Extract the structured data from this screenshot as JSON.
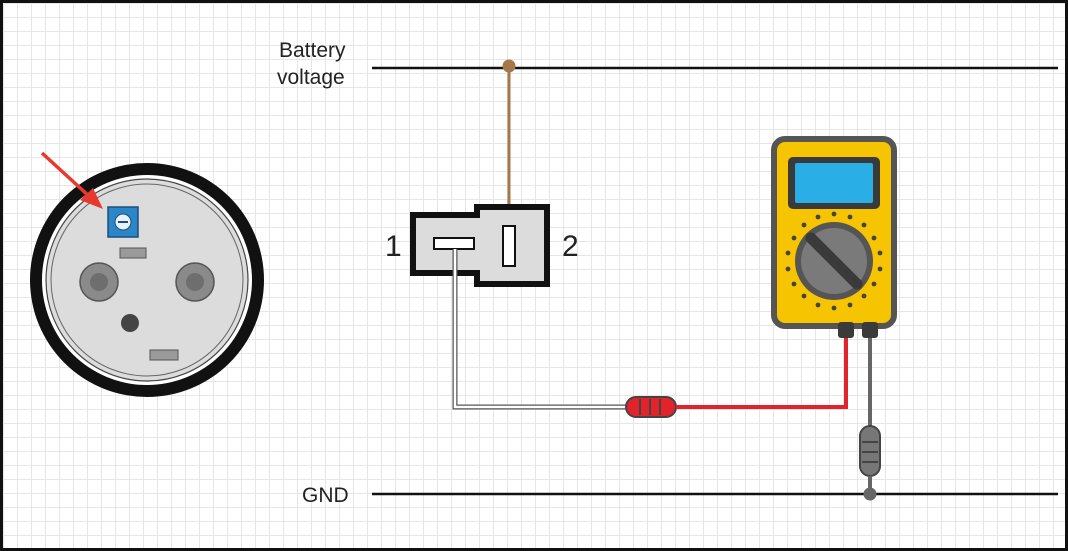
{
  "labels": {
    "battery_line1": "Battery",
    "battery_line2": "voltage",
    "gnd": "GND",
    "pin1": "1",
    "pin2": "2"
  },
  "colors": {
    "battery_wire": "#a5784a",
    "probe_red": "#e3232b",
    "probe_black": "#666666",
    "meter_body": "#f6c400",
    "meter_screen": "#29aee6",
    "trim_pot": "#2a86c8",
    "arrow": "#e8392f"
  },
  "icons": {
    "multimeter": "multimeter-icon",
    "sensor": "sensor-face-icon",
    "connector": "two-pin-connector-icon",
    "pointer": "red-arrow-icon"
  }
}
